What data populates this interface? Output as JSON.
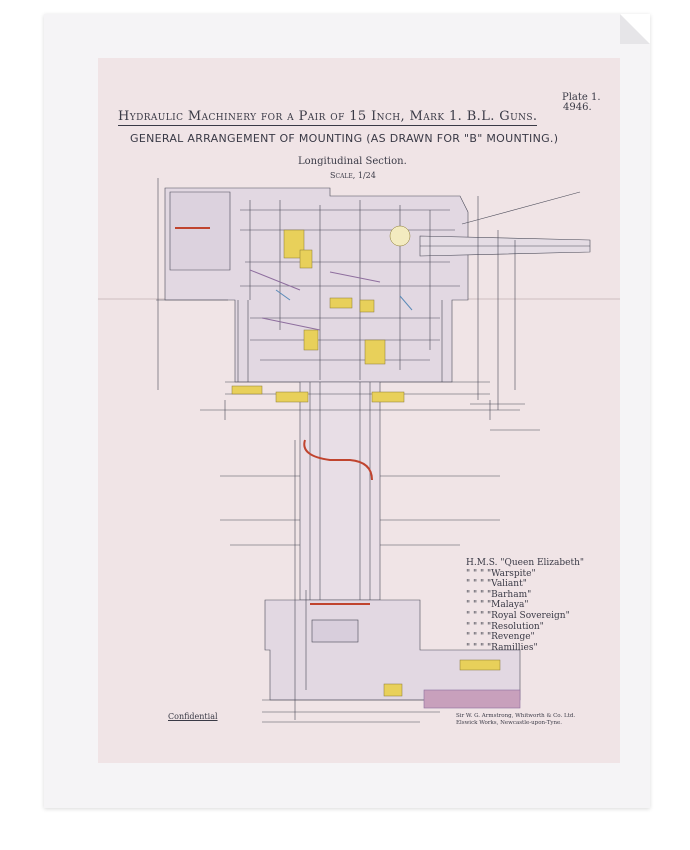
{
  "plate": {
    "label": "Plate 1.",
    "number": "4946."
  },
  "title": "Hydraulic Machinery for a Pair of 15 Inch, Mark 1. B.L. Guns.",
  "subtitle": "GENERAL ARRANGEMENT OF MOUNTING (AS DRAWN FOR \"B\" MOUNTING.)",
  "section_label": "Longitudinal Section.",
  "scale_label": "Scale, 1/24",
  "ships": [
    "H.M.S. \"Queen Elizabeth\"",
    "\" \" \" \"Warspite\"",
    "\" \" \" \"Valiant\"",
    "\" \" \" \"Barham\"",
    "\" \" \" \"Malaya\"",
    "\" \" \" \"Royal Sovereign\"",
    "\" \" \" \"Resolution\"",
    "\" \" \" \"Revenge\"",
    "\" \" \" \"Ramillies\""
  ],
  "confidential": "Confidential",
  "maker": [
    "Sir W. G. Armstrong, Whitworth & Co. Ltd.",
    "Elswick Works, Newcastle-upon-Tyne."
  ],
  "colors": {
    "sheet": "#f0e4e6",
    "ink": "#3a3a46",
    "brass": "#e8d05a",
    "pipe_red": "#c0442e",
    "purple": "#8e6e9e",
    "blue": "#5a8ab8"
  }
}
